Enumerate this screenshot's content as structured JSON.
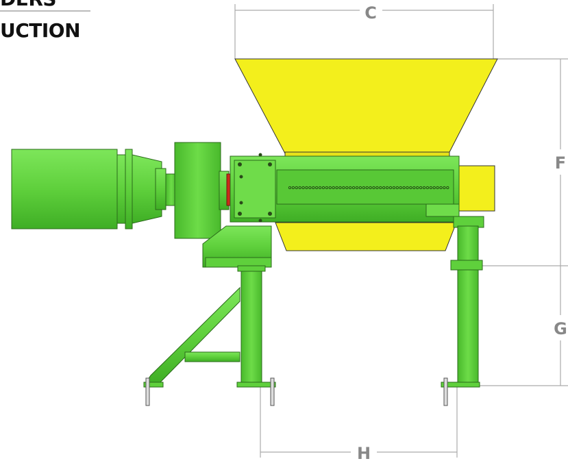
{
  "title": {
    "line1": "DERS",
    "line2": "UCTION"
  },
  "dimensions": {
    "c": "C",
    "f": "F",
    "g": "G",
    "h": "H"
  },
  "colors": {
    "machine_green": "#5fd03c",
    "hopper_yellow": "#f3ef1c",
    "motor_flange_red": "#cc2a1a",
    "dimension_gray": "#aaaaaa"
  }
}
